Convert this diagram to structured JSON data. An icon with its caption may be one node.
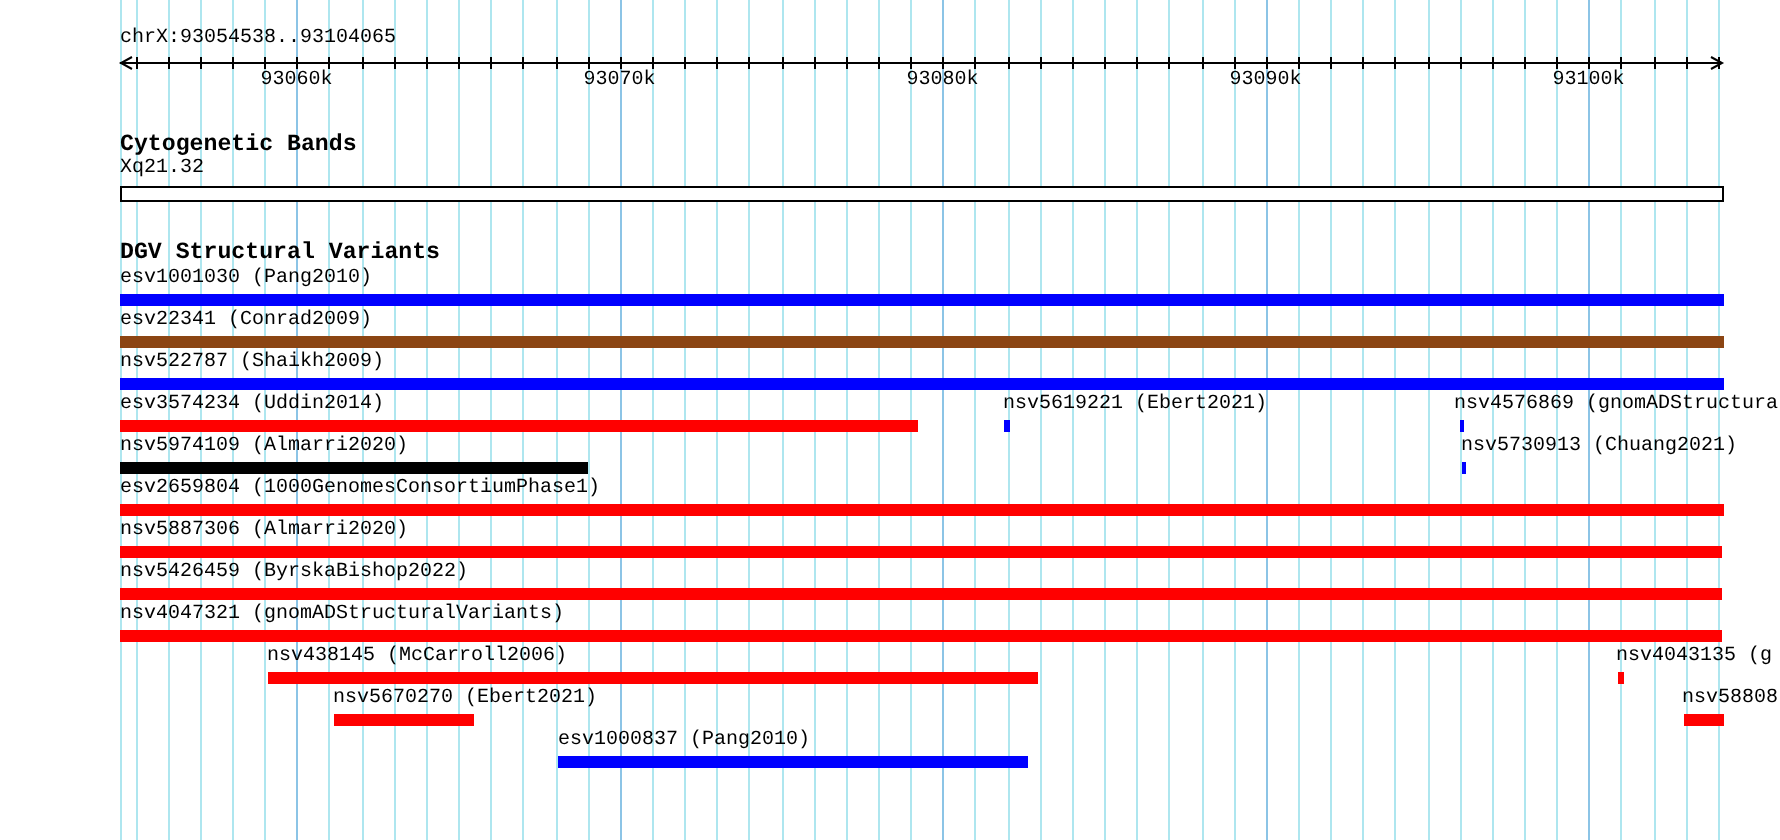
{
  "diagram": {
    "nodes": [
      {
        "text": [
          "Xq21.32"
        ]
      },
      {
        "text": [
          "esv1001030 (Pang2010)"
        ]
      },
      {
        "text": [
          "esv22341 (Conrad2009)"
        ]
      },
      {
        "text": [
          "nsv522787 (Shaikh2009)"
        ]
      },
      {
        "text": [
          "esv3574234 (Uddin2014)"
        ]
      },
      {
        "text": [
          "nsv5619221 (Ebert2021)"
        ]
      },
      {
        "text": [
          "nsv4576869 (gnomADStructura"
        ]
      },
      {
        "text": [
          "nsv5974109 (Almarri2020)"
        ]
      },
      {
        "text": [
          "nsv5730913 (Chuang2021)"
        ]
      },
      {
        "text": [
          "esv2659804 (1000GenomesConsortiumPhase1)"
        ]
      },
      {
        "text": [
          "nsv5887306 (Almarri2020)"
        ]
      },
      {
        "text": [
          "nsv5426459 (ByrskaBishop2022)"
        ]
      },
      {
        "text": [
          "nsv4047321 (gnomADStructuralVariants)"
        ]
      },
      {
        "text": [
          "nsv438145 (McCarroll2006)"
        ]
      },
      {
        "text": [
          "nsv4043135 (g"
        ]
      },
      {
        "text": [
          "nsv5670270 (Ebert2021)"
        ]
      },
      {
        "text": [
          "nsv58808"
        ]
      },
      {
        "text": [
          "esv1000837 (Pang2010)"
        ]
      }
    ],
    "labels": [
      "chrX:93054538..93104065",
      "93060k",
      "93070k",
      "93080k",
      "93090k",
      "93100k",
      "Cytogenetic Bands",
      "DGV Structural Variants"
    ]
  }
}
